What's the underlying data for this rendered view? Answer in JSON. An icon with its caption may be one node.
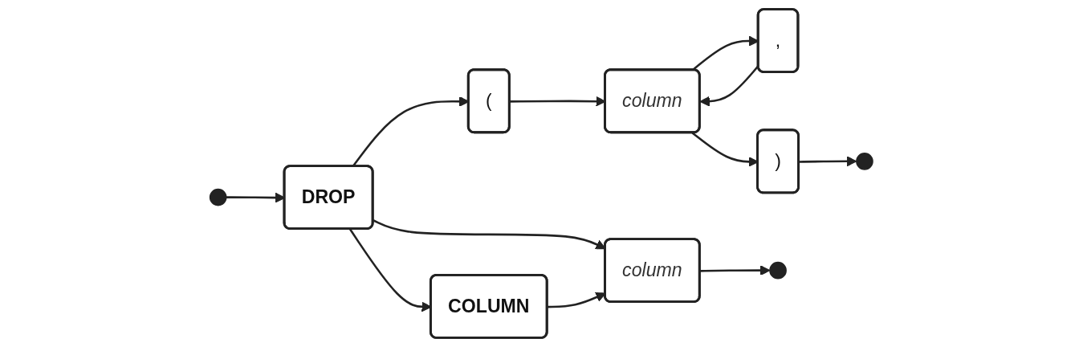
{
  "diagram": {
    "nodes": [
      {
        "text": [
          "DROP"
        ]
      },
      {
        "text": [
          "("
        ]
      },
      {
        "text": [
          "column"
        ]
      },
      {
        "text": [
          ","
        ]
      },
      {
        "text": [
          ")"
        ]
      },
      {
        "text": [
          "COLUMN"
        ]
      },
      {
        "text": [
          "column"
        ]
      }
    ],
    "edges": [
      {
        "from": null,
        "to": 0,
        "arrow": "to"
      },
      {
        "from": 0,
        "to": 1,
        "arrow": "to"
      },
      {
        "from": 0,
        "to": 6,
        "arrow": "to"
      },
      {
        "from": 0,
        "to": 5,
        "arrow": "to"
      },
      {
        "from": 1,
        "to": 2,
        "arrow": "to"
      },
      {
        "from": 2,
        "to": 3,
        "arrow": "to"
      },
      {
        "from": 3,
        "to": 2,
        "arrow": "to"
      },
      {
        "from": 2,
        "to": 4,
        "arrow": "to"
      },
      {
        "from": 5,
        "to": 6,
        "arrow": "to"
      },
      {
        "from": 4,
        "to": null,
        "arrow": "to"
      },
      {
        "from": 6,
        "to": null,
        "arrow": "to"
      }
    ]
  }
}
